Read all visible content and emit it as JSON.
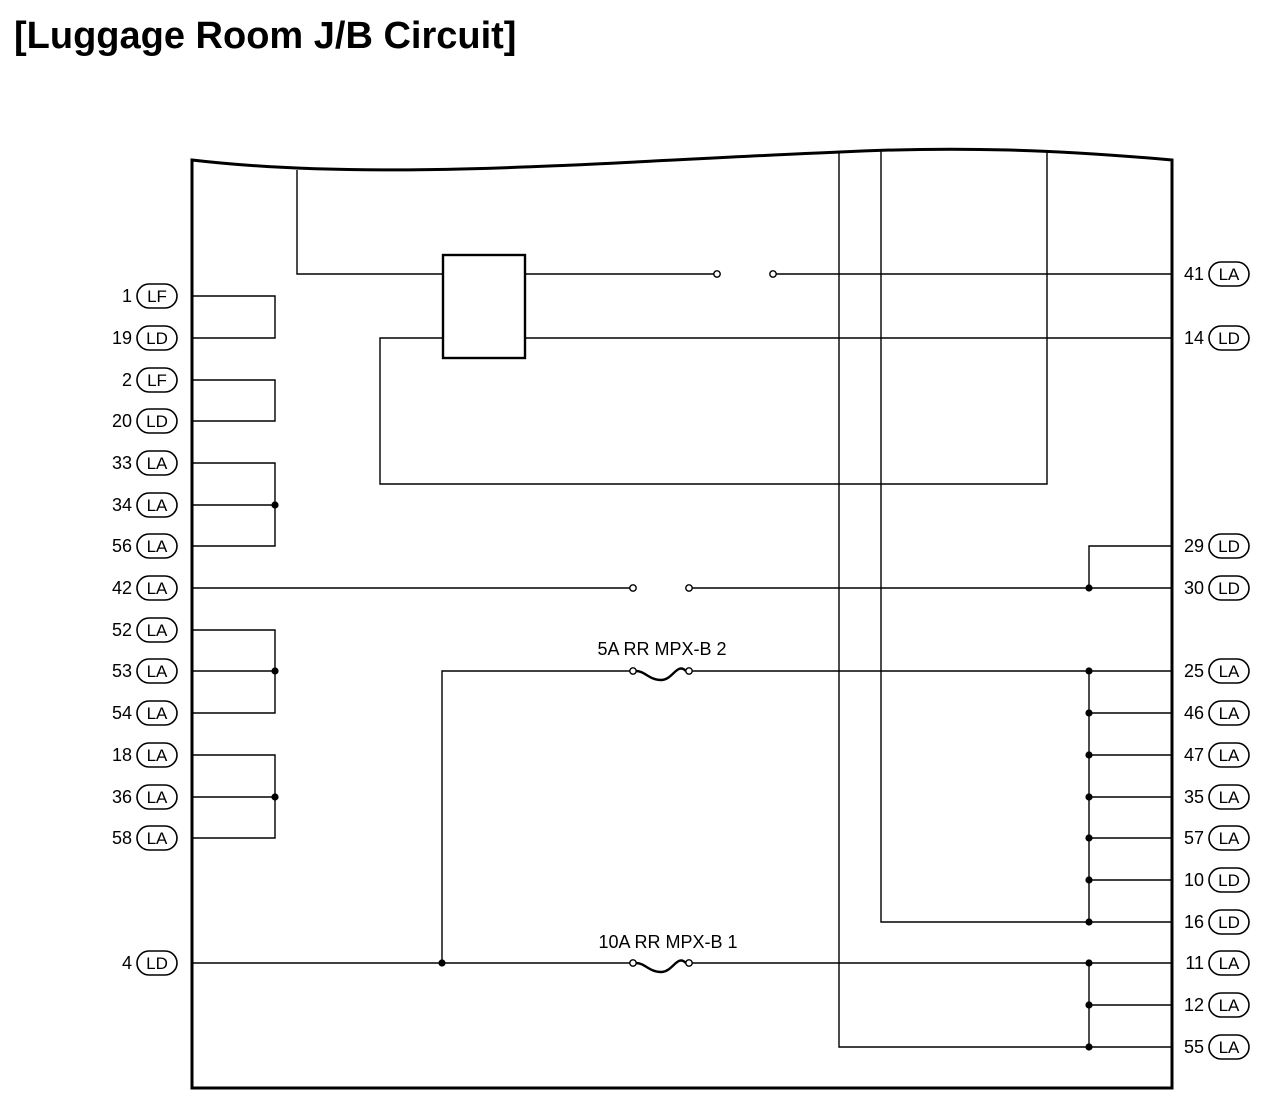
{
  "title": "[Luggage Room J/B Circuit]",
  "fuses": [
    {
      "label": "5A RR MPX-B 2"
    },
    {
      "label": "10A RR MPX-B 1"
    }
  ],
  "left_terminals": [
    {
      "pin": "1",
      "connector": "LF"
    },
    {
      "pin": "19",
      "connector": "LD"
    },
    {
      "pin": "2",
      "connector": "LF"
    },
    {
      "pin": "20",
      "connector": "LD"
    },
    {
      "pin": "33",
      "connector": "LA"
    },
    {
      "pin": "34",
      "connector": "LA"
    },
    {
      "pin": "56",
      "connector": "LA"
    },
    {
      "pin": "42",
      "connector": "LA"
    },
    {
      "pin": "52",
      "connector": "LA"
    },
    {
      "pin": "53",
      "connector": "LA"
    },
    {
      "pin": "54",
      "connector": "LA"
    },
    {
      "pin": "18",
      "connector": "LA"
    },
    {
      "pin": "36",
      "connector": "LA"
    },
    {
      "pin": "58",
      "connector": "LA"
    },
    {
      "pin": "4",
      "connector": "LD"
    }
  ],
  "right_terminals": [
    {
      "pin": "41",
      "connector": "LA"
    },
    {
      "pin": "14",
      "connector": "LD"
    },
    {
      "pin": "29",
      "connector": "LD"
    },
    {
      "pin": "30",
      "connector": "LD"
    },
    {
      "pin": "25",
      "connector": "LA"
    },
    {
      "pin": "46",
      "connector": "LA"
    },
    {
      "pin": "47",
      "connector": "LA"
    },
    {
      "pin": "35",
      "connector": "LA"
    },
    {
      "pin": "57",
      "connector": "LA"
    },
    {
      "pin": "10",
      "connector": "LD"
    },
    {
      "pin": "16",
      "connector": "LD"
    },
    {
      "pin": "11",
      "connector": "LA"
    },
    {
      "pin": "12",
      "connector": "LA"
    },
    {
      "pin": "55",
      "connector": "LA"
    }
  ]
}
